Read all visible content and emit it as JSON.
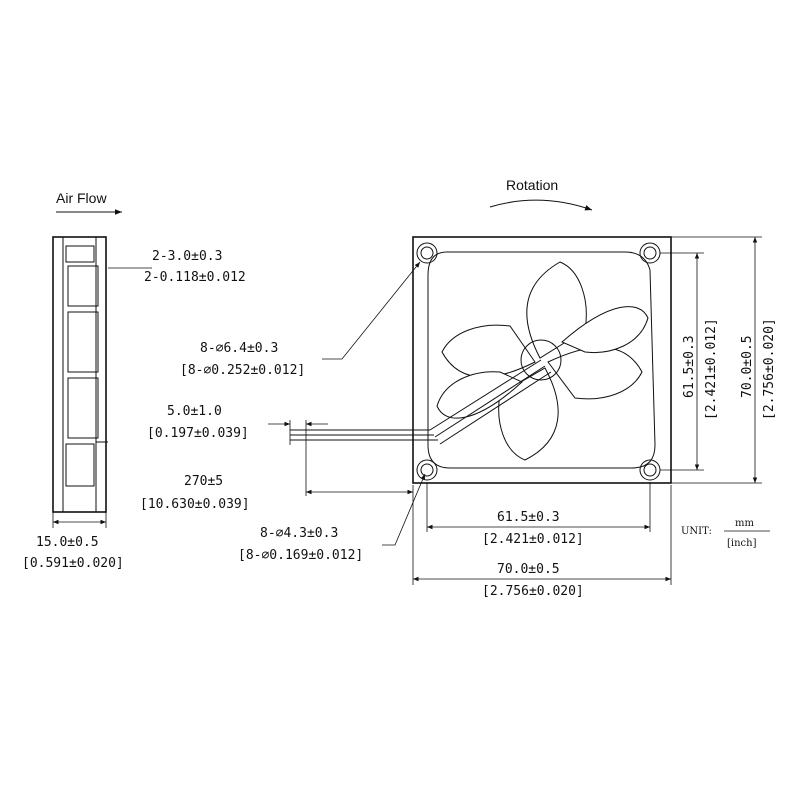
{
  "labels": {
    "air_flow": "Air Flow",
    "rotation": "Rotation",
    "unit_prefix": "UNIT:",
    "unit_mm": "mm",
    "unit_inch": "[inch]"
  },
  "dimensions": {
    "frame_thickness_mm": "2-3.0±0.3",
    "frame_thickness_in": "2-0.118±0.012",
    "thickness_mm": "15.0±0.5",
    "thickness_in": "[0.591±0.020]",
    "big_hole_mm": "8-⌀6.4±0.3",
    "big_hole_in": "[8-⌀0.252±0.012]",
    "strip_mm": "5.0±1.0",
    "strip_in": "[0.197±0.039]",
    "lead_mm": "270±5",
    "lead_in": "[10.630±0.039]",
    "small_hole_mm": "8-⌀4.3±0.3",
    "small_hole_in": "[8-⌀0.169±0.012]",
    "hole_pitch_h_mm": "61.5±0.3",
    "hole_pitch_h_in": "[2.421±0.012]",
    "width_mm": "70.0±0.5",
    "width_in": "[2.756±0.020]",
    "hole_pitch_v_mm": "61.5±0.3",
    "hole_pitch_v_in": "[2.421±0.012]",
    "height_mm": "70.0±0.5",
    "height_in": "[2.756±0.020]"
  }
}
